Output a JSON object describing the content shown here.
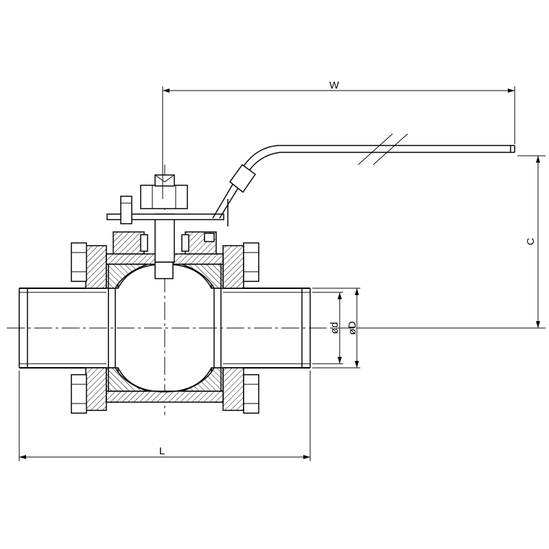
{
  "dimensions": {
    "width_label": "W",
    "height_label": "C",
    "length_label": "L",
    "inner_diameter_label": "ød",
    "outer_diameter_label": "øD"
  }
}
